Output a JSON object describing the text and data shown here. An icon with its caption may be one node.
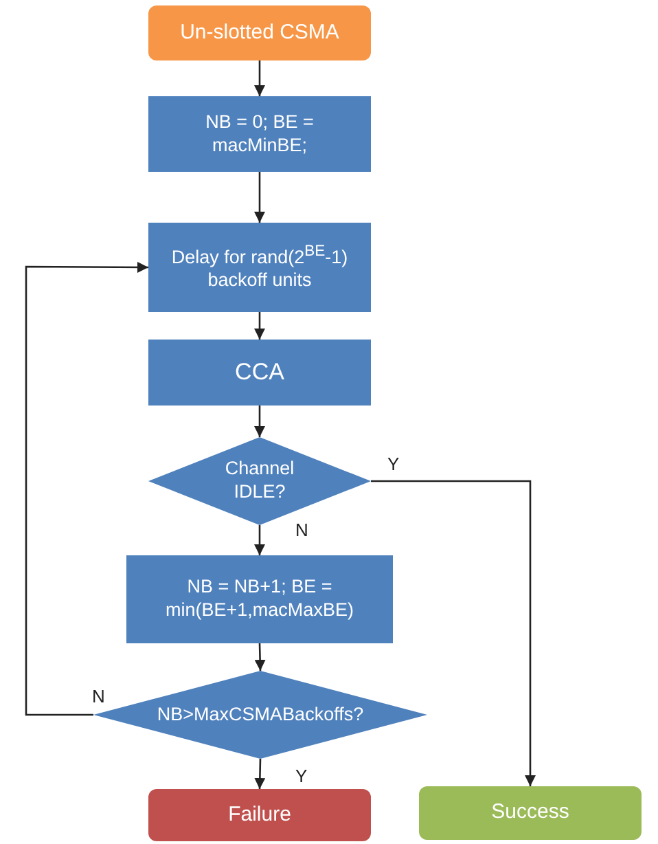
{
  "diagram": {
    "nodes": [
      {
        "text": [
          "Un-slotted CSMA"
        ]
      },
      {
        "text": [
          "NB = 0; BE = macMinBE;"
        ]
      },
      {
        "text": [
          "Delay for rand(2$^{BE}$-1) backoff units"
        ]
      },
      {
        "text": [
          "CCA"
        ]
      },
      {
        "text": [
          "Channel IDLE?"
        ]
      },
      {
        "text": [
          "NB = NB+1; BE = min(BE+1,macMaxBE)"
        ]
      },
      {
        "text": [
          "NB>MaxCSMABackoffs?"
        ]
      },
      {
        "text": [
          "Failure"
        ]
      },
      {
        "text": [
          "Success"
        ]
      }
    ],
    "edges": [
      {
        "from": 0,
        "to": 1,
        "arrow": "to"
      },
      {
        "from": 1,
        "to": 2,
        "arrow": "to"
      },
      {
        "from": 2,
        "to": 3,
        "arrow": "to"
      },
      {
        "from": 3,
        "to": 4,
        "arrow": "to"
      },
      {
        "from": 4,
        "to": 5,
        "label": "N",
        "arrow": "to"
      },
      {
        "from": 4,
        "to": 8,
        "label": "Y",
        "arrow": "to"
      },
      {
        "from": 5,
        "to": 6,
        "arrow": "to"
      },
      {
        "from": 6,
        "to": 7,
        "label": "Y",
        "arrow": "to"
      },
      {
        "from": 6,
        "to": 2,
        "label": "N",
        "arrow": "to"
      }
    ]
  }
}
